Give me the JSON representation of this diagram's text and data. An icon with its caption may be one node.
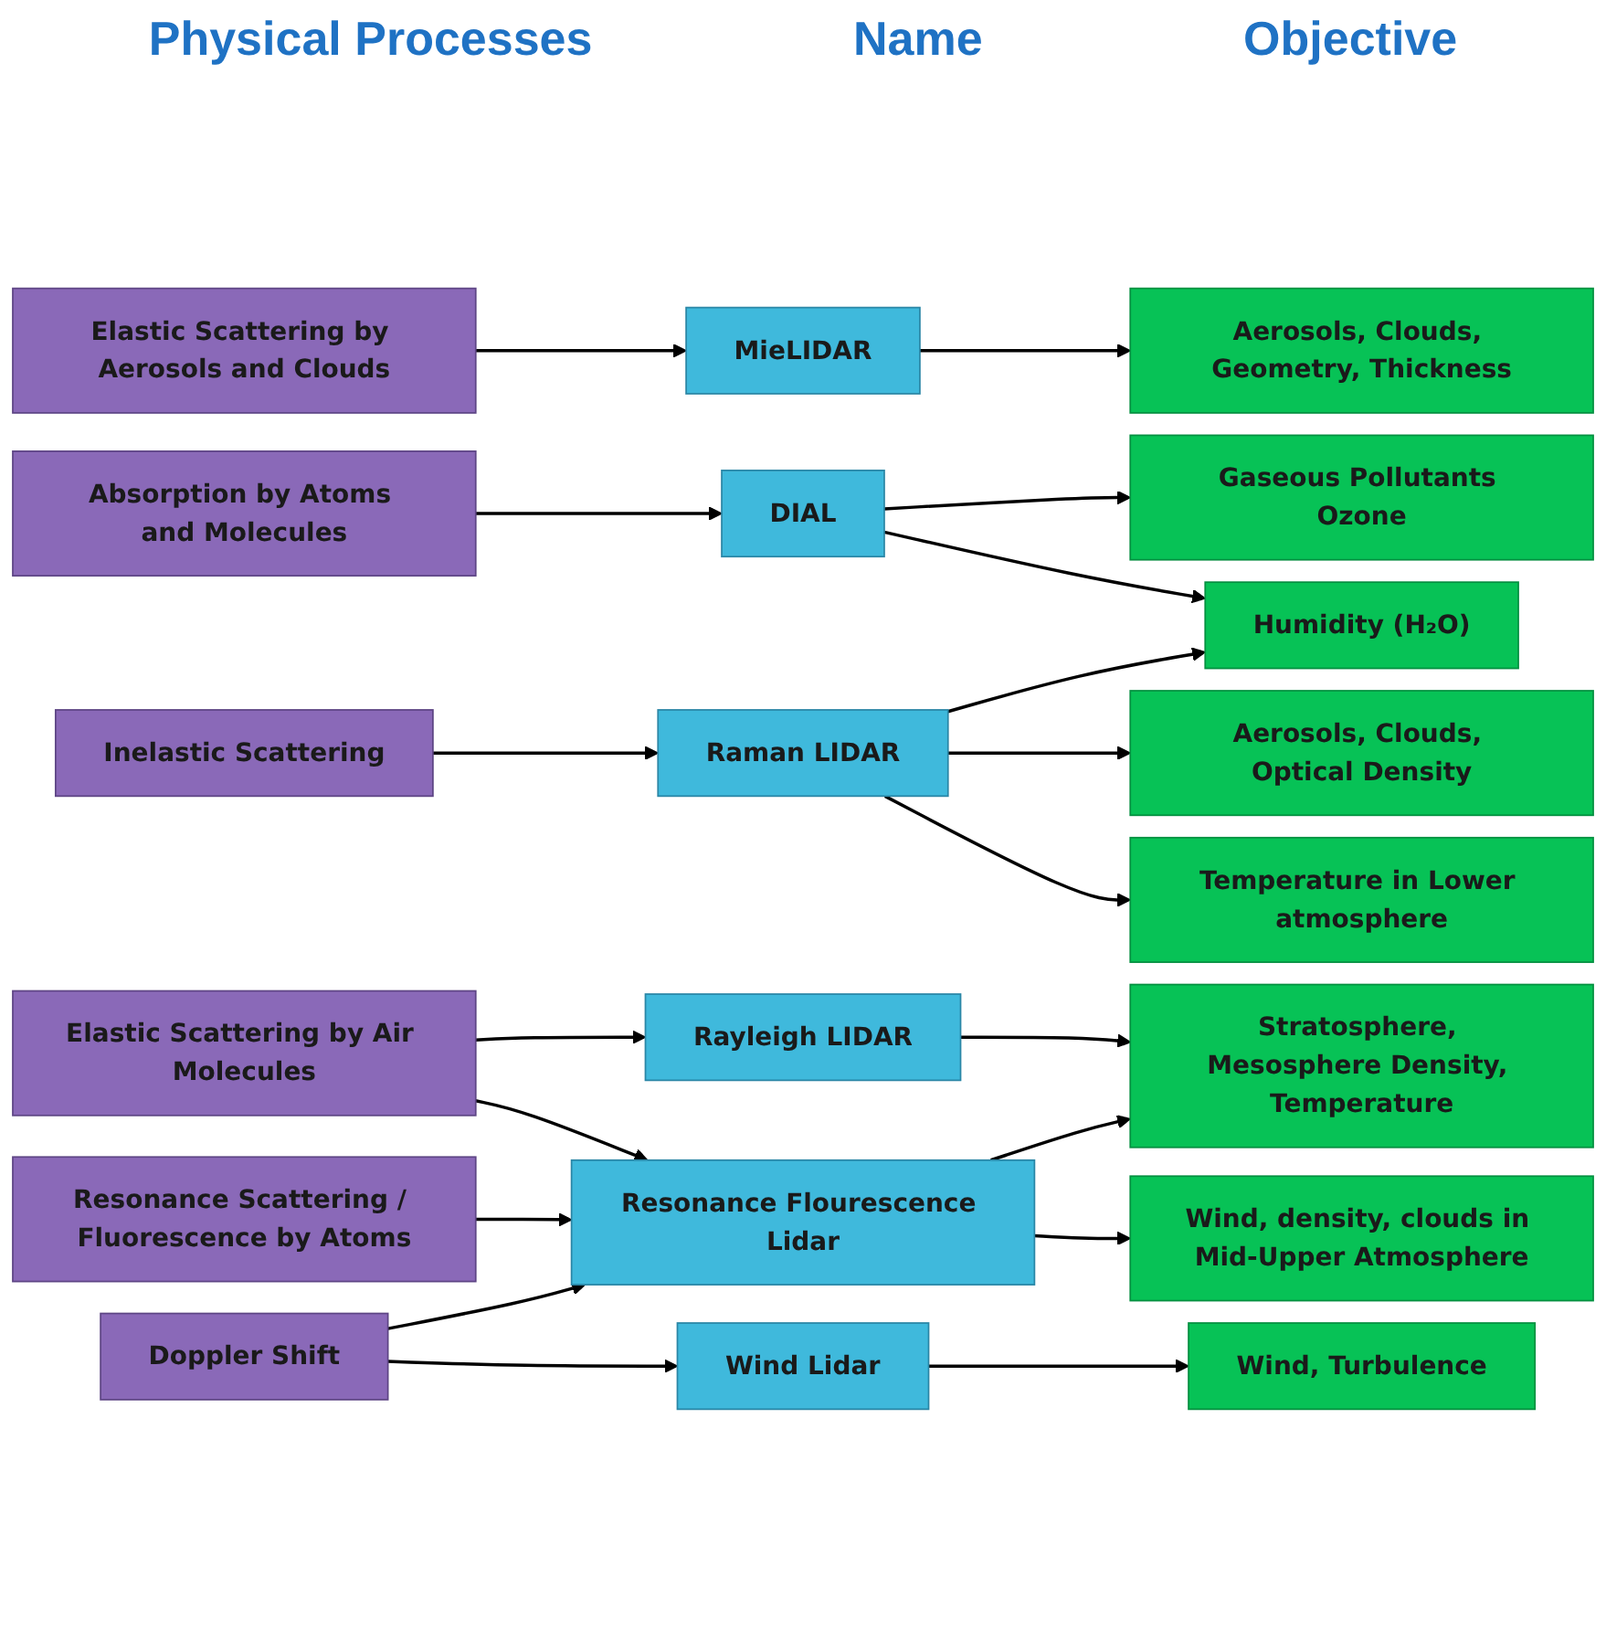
{
  "diagram": {
    "nodes": [
      {
        "text": [
          "Elastic Scattering by Aerosols and Clouds"
        ]
      },
      {
        "text": [
          "MieLIDAR"
        ]
      },
      {
        "text": [
          "Aerosols, Clouds, Geometry, Thickness"
        ]
      },
      {
        "text": [
          "Absorption by Atoms and Molecules"
        ]
      },
      {
        "text": [
          "DIAL"
        ]
      },
      {
        "text": [
          "Gaseous Pollutants Ozone"
        ]
      },
      {
        "text": [
          "Humidity (H₂O)"
        ]
      },
      {
        "text": [
          "Inelastic Scattering"
        ]
      },
      {
        "text": [
          "Raman LIDAR"
        ]
      },
      {
        "text": [
          "Aerosols, Clouds, Optical Density"
        ]
      },
      {
        "text": [
          "Temperature in Lower atmosphere"
        ]
      },
      {
        "text": [
          "Elastic Scattering by Air Molecules"
        ]
      },
      {
        "text": [
          "Rayleigh LIDAR"
        ]
      },
      {
        "text": [
          "Stratosphere, Mesosphere Density, Temperature"
        ]
      },
      {
        "text": [
          "Resonance Scattering / Fluorescence by Atoms"
        ]
      },
      {
        "text": [
          "Resonance Flourescence Lidar"
        ]
      },
      {
        "text": [
          "Wind, density, clouds in Mid-Upper Atmosphere"
        ]
      },
      {
        "text": [
          "Doppler Shift"
        ]
      },
      {
        "text": [
          "Wind Lidar"
        ]
      },
      {
        "text": [
          "Wind, Turbulence"
        ]
      }
    ],
    "edges": [
      {
        "from": 0,
        "to": 1,
        "arrow": "to"
      },
      {
        "from": 1,
        "to": 2,
        "arrow": "to"
      },
      {
        "from": 3,
        "to": 4,
        "arrow": "to"
      },
      {
        "from": 4,
        "to": 5,
        "arrow": "to"
      },
      {
        "from": 4,
        "to": 6,
        "arrow": "to"
      },
      {
        "from": 7,
        "to": 8,
        "arrow": "to"
      },
      {
        "from": 8,
        "to": 6,
        "arrow": "to"
      },
      {
        "from": 8,
        "to": 9,
        "arrow": "to"
      },
      {
        "from": 8,
        "to": 10,
        "arrow": "to"
      },
      {
        "from": 11,
        "to": 12,
        "arrow": "to"
      },
      {
        "from": 11,
        "to": 15,
        "arrow": "to"
      },
      {
        "from": 12,
        "to": 13,
        "arrow": "to"
      },
      {
        "from": 14,
        "to": 15,
        "arrow": "to"
      },
      {
        "from": 15,
        "to": 13,
        "arrow": "to"
      },
      {
        "from": 15,
        "to": 16,
        "arrow": "to"
      },
      {
        "from": 17,
        "to": 15,
        "arrow": "to"
      },
      {
        "from": 17,
        "to": 18,
        "arrow": "to"
      },
      {
        "from": 18,
        "to": 19,
        "arrow": "to"
      }
    ],
    "labels": [
      "Physical Processes",
      "Name",
      "Objective"
    ]
  }
}
